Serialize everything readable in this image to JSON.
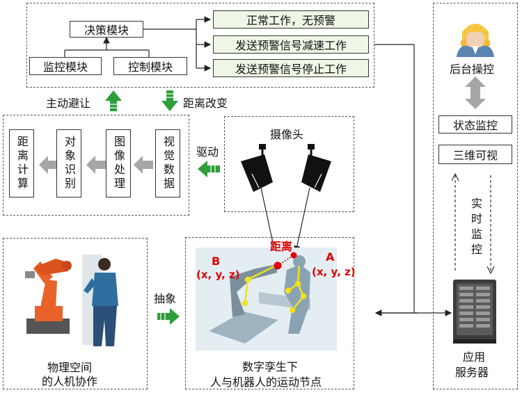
{
  "decision": {
    "decision_module": "决策模块",
    "monitor_module": "监控模块",
    "control_module": "控制模块",
    "outcomes": [
      "正常工作，无预警",
      "发送预警信号减速工作",
      "发送预警信号停止工作"
    ]
  },
  "flow_labels": {
    "active_avoid": "主动避让",
    "distance_change": "距离改变",
    "drive": "驱动",
    "abstract": "抽象"
  },
  "vision": {
    "steps": [
      "距离计算",
      "对象识别",
      "图像处理",
      "视觉数据"
    ]
  },
  "camera": {
    "label": "摄像头"
  },
  "digital_twin": {
    "distance_label": "距离",
    "point_a": "A",
    "point_a_coord": "(x, y, z)",
    "point_b": "B",
    "point_b_coord": "(x, y, z)",
    "caption_line1": "数字孪生下",
    "caption_line2": "人与机器人的运动节点"
  },
  "physical": {
    "caption_line1": "物理空间",
    "caption_line2": "的人机协作"
  },
  "backend": {
    "operator_label": "后台操控",
    "status_monitor": "状态监控",
    "three_d_view": "三维可视",
    "realtime_label": "实时监控",
    "server_label_line1": "应用",
    "server_label_line2": "服务器"
  },
  "colors": {
    "green_arrow": "#2e9e3a",
    "gray_arrow": "#a6a6a6",
    "outcome_fill": "#eef7e6",
    "red_label": "#e00000",
    "node_yellow": "#f2e21a"
  }
}
